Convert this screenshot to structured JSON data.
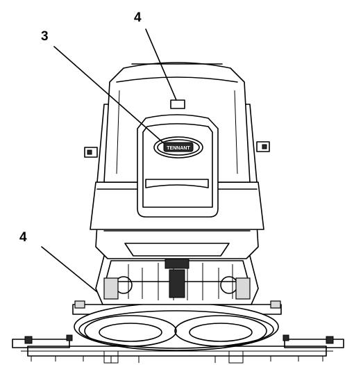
{
  "callouts": {
    "label_3": "3",
    "label_4_top": "4",
    "label_4_left": "4"
  },
  "logo_text": "TENNANT"
}
